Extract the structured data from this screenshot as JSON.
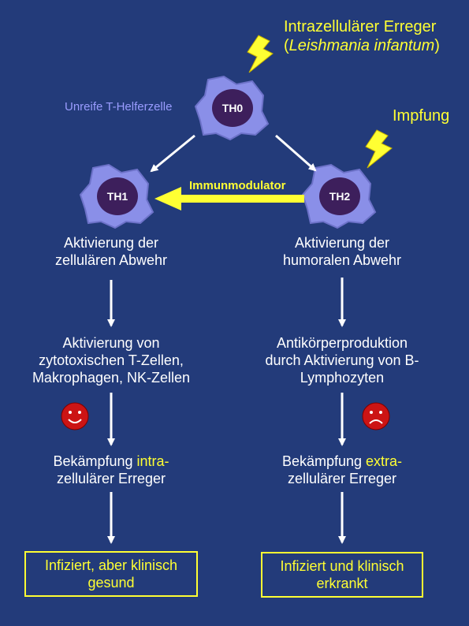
{
  "colors": {
    "background": "#233b7a",
    "text": "#ffffff",
    "highlight": "#ffff33",
    "cell_outer": "#8a8fe8",
    "cell_inner": "#3d1f5c",
    "face": "#cc1414",
    "label_immature": "#9a9cff"
  },
  "pathogen": {
    "line1": "Intrazellulärer Erreger",
    "paren_open": "(",
    "species": "Leishmania infantum",
    "paren_close": ")"
  },
  "vaccination": "Impfung",
  "immature_label": "Unreife T-Helferzelle",
  "cells": {
    "th0": "TH0",
    "th1": "TH1",
    "th2": "TH2"
  },
  "immunomodulator": "Immunmodulator",
  "left": {
    "activation_1": "Aktivierung der",
    "activation_2": "zellulären Abwehr",
    "cells_1": "Aktivierung von",
    "cells_2": "zytotoxischen T-Zellen,",
    "cells_3": "Makrophagen, NK-Zellen",
    "fight_prefix": "Bekämpfung ",
    "fight_highlight": "intra-",
    "fight_2": "zellulärer Erreger",
    "outcome_1": "Infiziert, aber klinisch",
    "outcome_2": "gesund",
    "face_icon": "smiley-happy-icon"
  },
  "right": {
    "activation_1": "Aktivierung der",
    "activation_2": "humoralen Abwehr",
    "cells_1": "Antikörperproduktion",
    "cells_2": "durch Aktivierung von B-",
    "cells_3": "Lymphozyten",
    "fight_prefix": "Bekämpfung ",
    "fight_highlight": "extra-",
    "fight_2": "zellulärer Erreger",
    "outcome_1": "Infiziert und klinisch",
    "outcome_2": "erkrankt",
    "face_icon": "smiley-sad-icon"
  }
}
